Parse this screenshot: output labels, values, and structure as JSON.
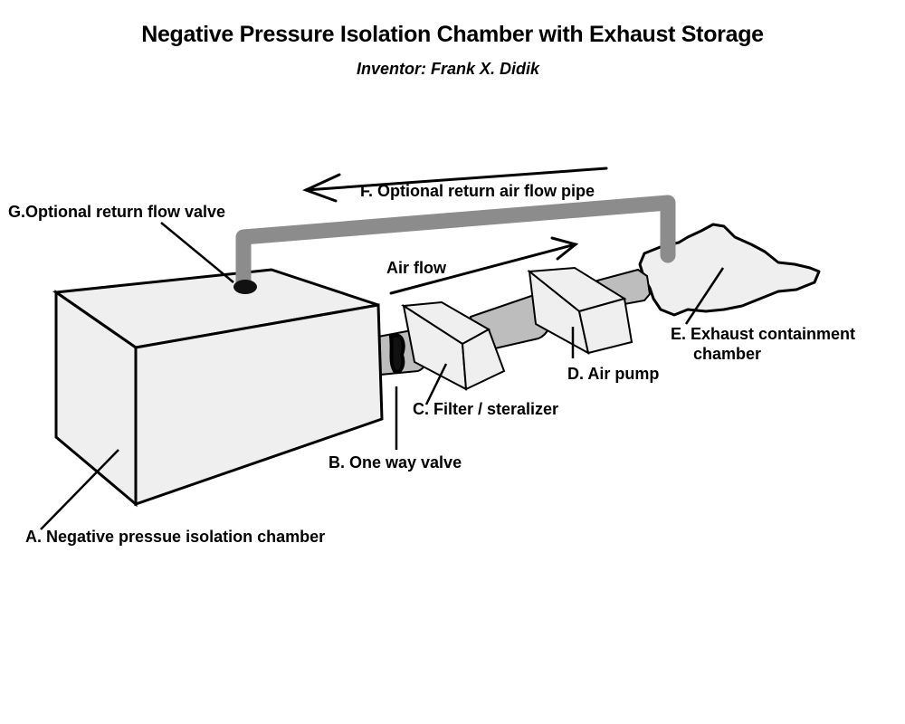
{
  "title": "Negative Pressure Isolation Chamber with Exhaust Storage",
  "subtitle": "Inventor: Frank X. Didik",
  "labels": {
    "a": "A. Negative pressue isolation chamber",
    "b": "B. One way valve",
    "c": "C. Filter / steralizer",
    "d": "D. Air pump",
    "e_line1": "E. Exhaust containment",
    "e_line2": "chamber",
    "f": "F. Optional return air flow pipe",
    "g": "G.Optional return flow valve",
    "air_flow": "Air flow"
  },
  "colors": {
    "box_fill": "#efefef",
    "pipe_gray": "#8c8c8c",
    "tube_gray": "#bdbdbd",
    "outline": "#000000"
  }
}
